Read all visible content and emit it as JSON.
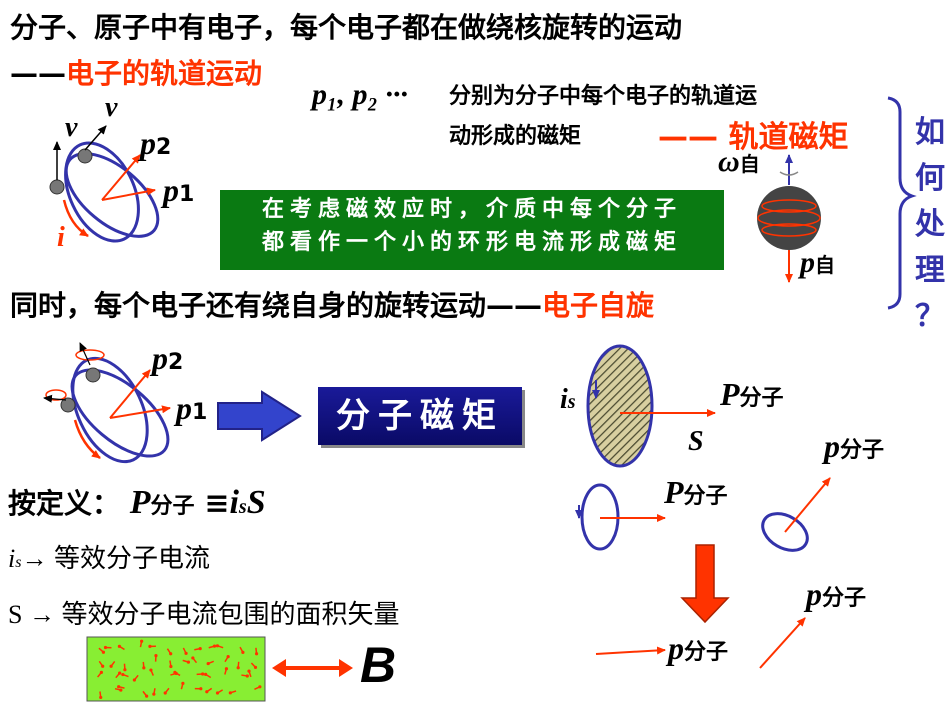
{
  "title_line1": "分子、原子中有电子，每个电子都在做绕核旋转的运动",
  "title_dash": "——",
  "title_line2": "电子的轨道运动",
  "orbit_desc_prefix": "p₁, p₂ ···",
  "orbit_desc_1": "分别为分子中每个电子的轨道运",
  "orbit_desc_2": "动形成的磁矩",
  "orbit_arrow": "——",
  "orbit_label": "轨道磁矩",
  "how_question": [
    "如",
    "何",
    "处",
    "理",
    "？"
  ],
  "green_box": [
    "在考虑磁效应时，介质中每个分子",
    "都看作一个小的环形电流形成磁矩"
  ],
  "spin_line": "同时，每个电子还有绕自身的旋转运动",
  "spin_dash": "——",
  "spin_label": "电子自旋",
  "molecular_moment_box": "分子磁矩",
  "definition_prefix": "按定义：",
  "definition_formula": "≡",
  "is_desc": "→ 等效分子电流",
  "s_desc": "S → 等效分子电流包围的面积矢量",
  "labels": {
    "v1": "v",
    "v2": "v",
    "p2": "p",
    "p2_sub": "2",
    "p1": "p",
    "p1_sub": "1",
    "i": "i",
    "omega": "ω",
    "omega_sub": "自",
    "p_self": "p",
    "p_self_sub": "自",
    "p2b": "p",
    "p2b_sub": "2",
    "p1b": "p",
    "p1b_sub": "1",
    "is": "i",
    "is_sub": "s",
    "P": "P",
    "P_sub": "分子",
    "S": "S",
    "def_P": "P",
    "def_P_sub": "分子",
    "def_i": "i",
    "def_i_sub": "s",
    "def_S": "S",
    "is_left": "i",
    "is_left_sub": "s",
    "pm1": "p",
    "pm1_sub": "分子",
    "pm2": "P",
    "pm2_sub": "分子",
    "pm3": "p",
    "pm3_sub": "分子",
    "pm4": "p",
    "pm4_sub": "分子",
    "B": "B"
  },
  "colors": {
    "red": "#ff3300",
    "blue": "#3333aa",
    "green": "#0a7a12",
    "navy": "#0a0a66"
  }
}
